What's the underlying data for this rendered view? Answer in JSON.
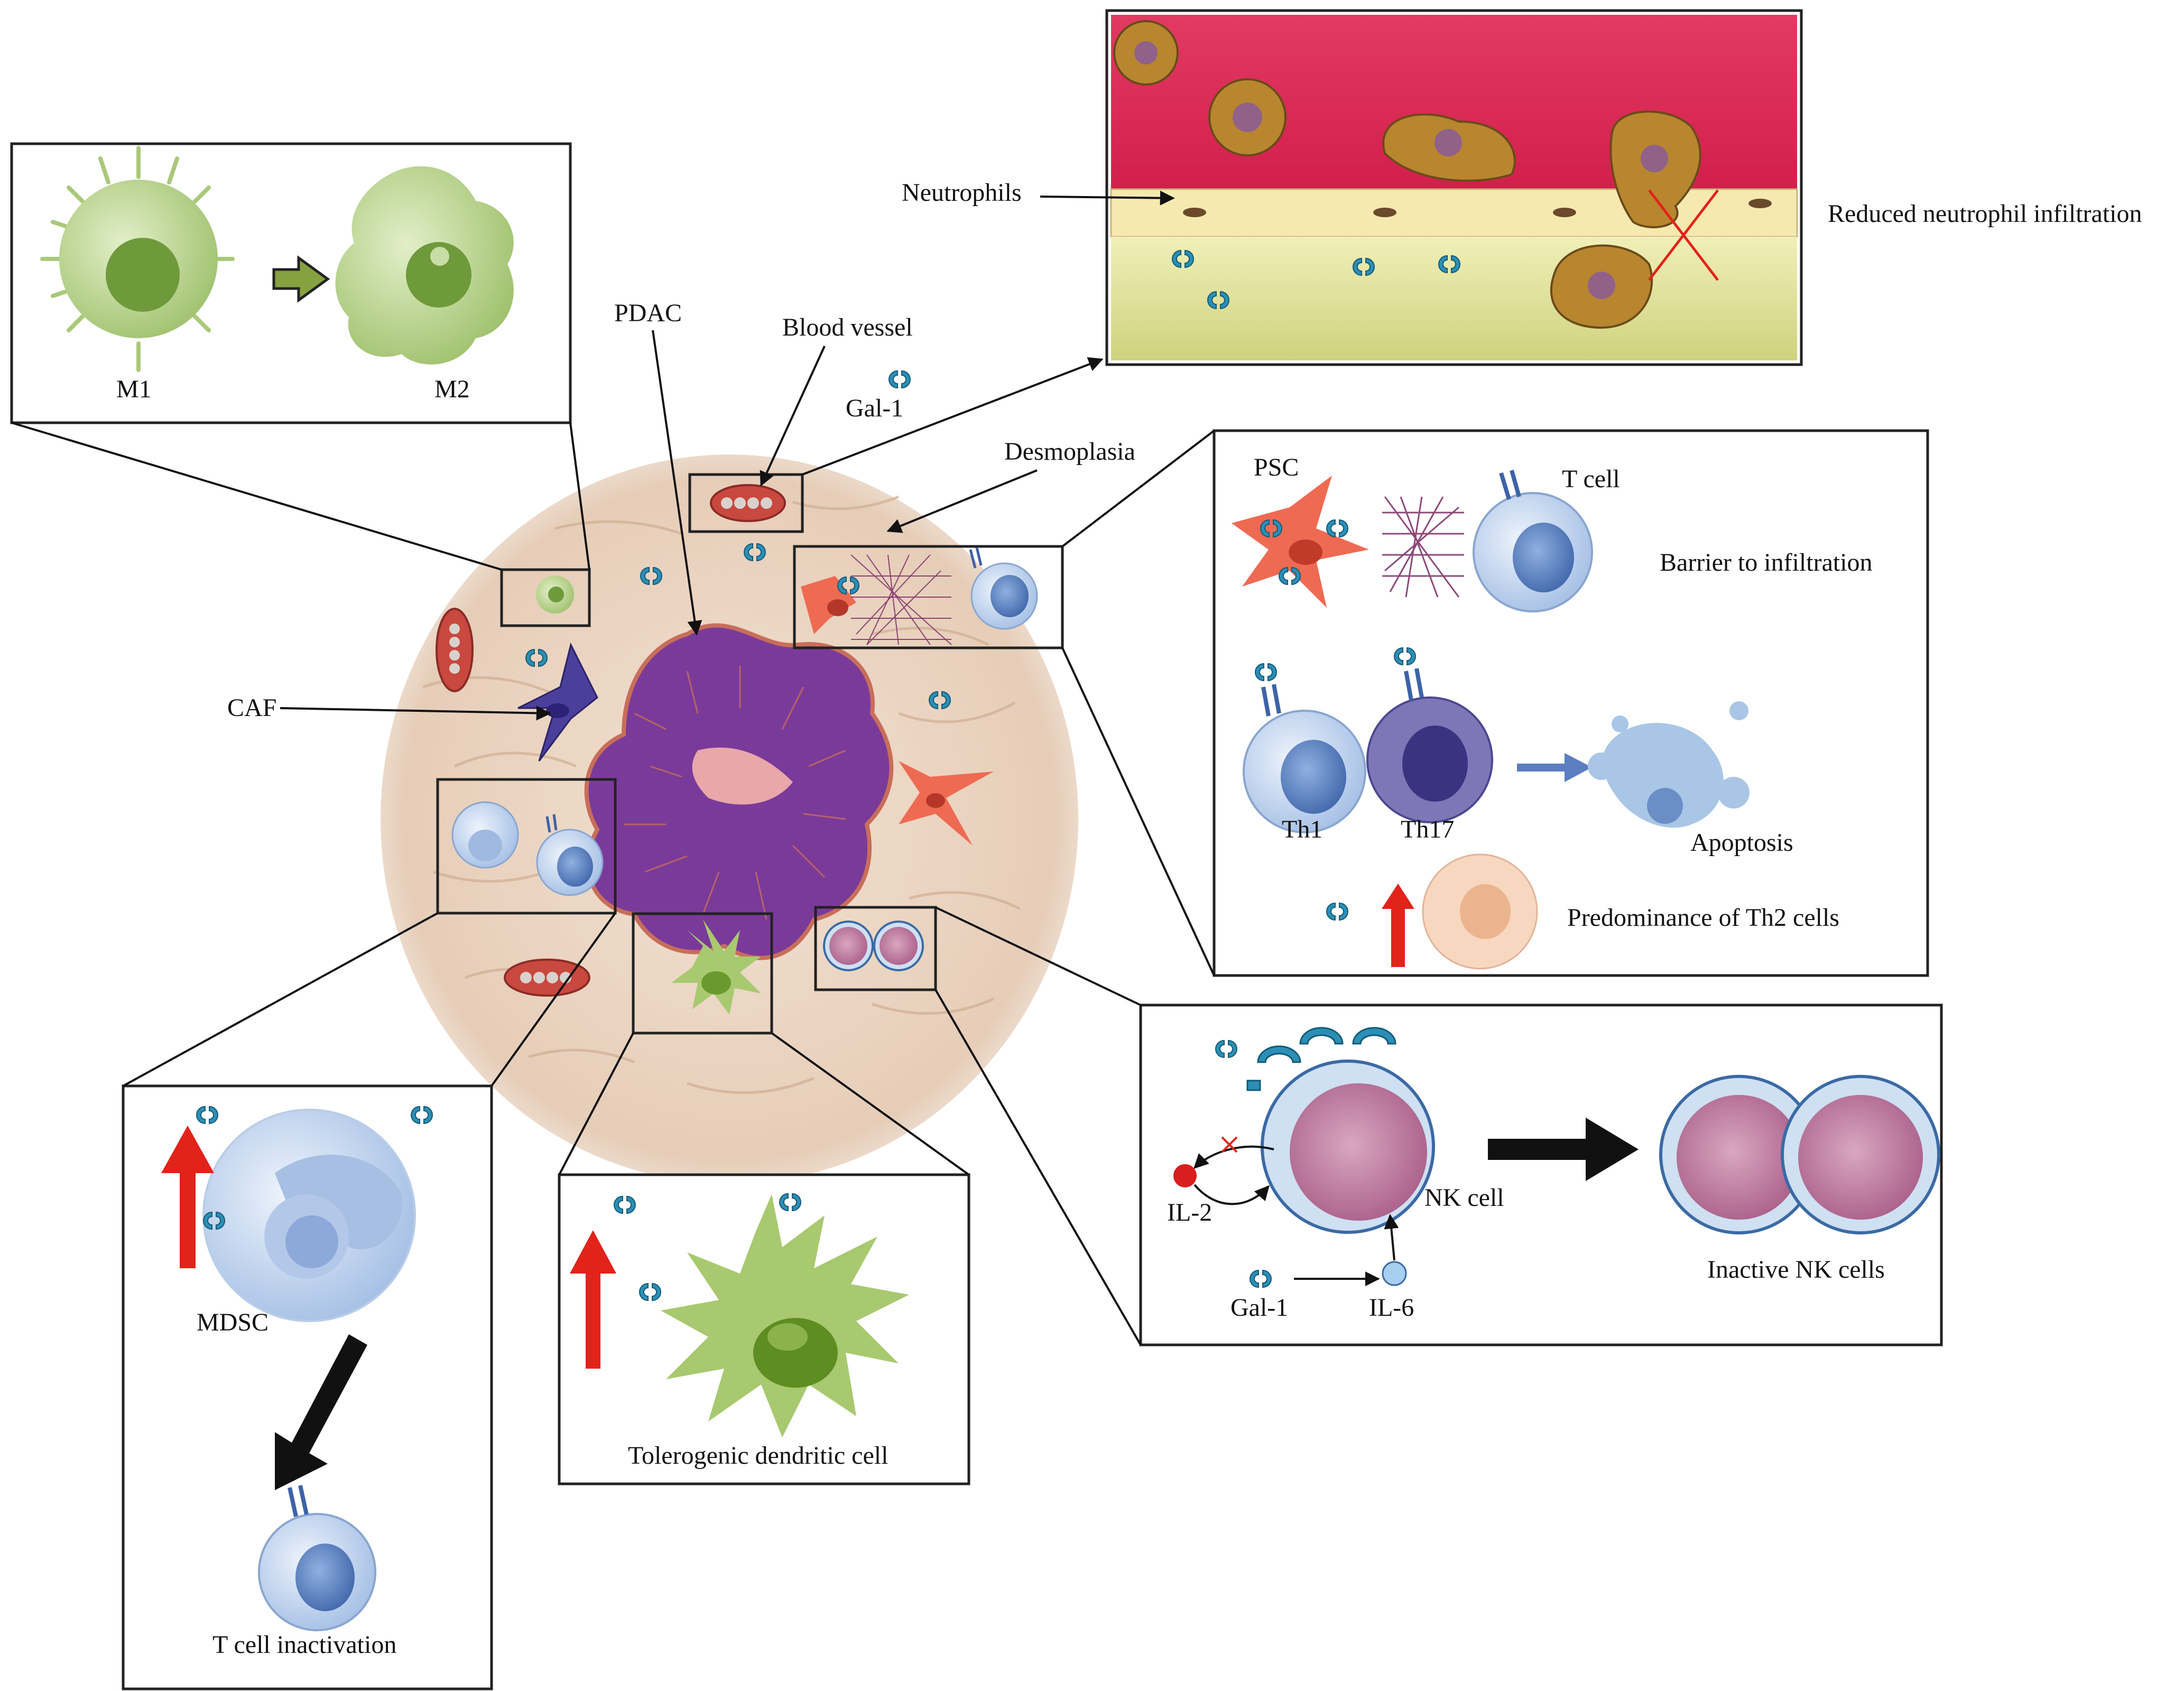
{
  "colors": {
    "galectin": "#2b8fb5",
    "m_cell": "#a9c97a",
    "tumor": "#7a3a9a",
    "stroma": "#e8d2bf",
    "blood": "#d8244f",
    "red_arrow": "#e2231a",
    "t_cell": "#bcd2ee",
    "psc": "#ef6a52",
    "nk_cell": "#c65a87"
  },
  "icons": [
    "galectin-1-glyph",
    "red-up-arrow",
    "black-block-arrow",
    "blue-block-arrow",
    "green-block-arrow",
    "red-cross"
  ],
  "center": {
    "pdac": "PDAC",
    "blood_vessel": "Blood vessel",
    "gal1": "Gal-1",
    "desmoplasia": "Desmoplasia",
    "caf": "CAF"
  },
  "macrophage_panel": {
    "m1": "M1",
    "m2": "M2"
  },
  "neutrophil_panel": {
    "neutrophils": "Neutrophils",
    "result": "Reduced neutrophil infiltration"
  },
  "desmoplasia_panel": {
    "psc": "PSC",
    "t_cell": "T cell",
    "barrier": "Barrier to infiltration",
    "th1": "Th1",
    "th17": "Th17",
    "apoptosis": "Apoptosis",
    "th2": "Predominance of Th2 cells"
  },
  "nk_panel": {
    "il2": "IL-2",
    "nk_cell": "NK cell",
    "gal1": "Gal-1",
    "il6": "IL-6",
    "inactive": "Inactive NK cells"
  },
  "mdsc_panel": {
    "mdsc": "MDSC",
    "t_cell_inactivation": "T cell inactivation"
  },
  "dc_panel": {
    "dc": "Tolerogenic dendritic cell"
  }
}
